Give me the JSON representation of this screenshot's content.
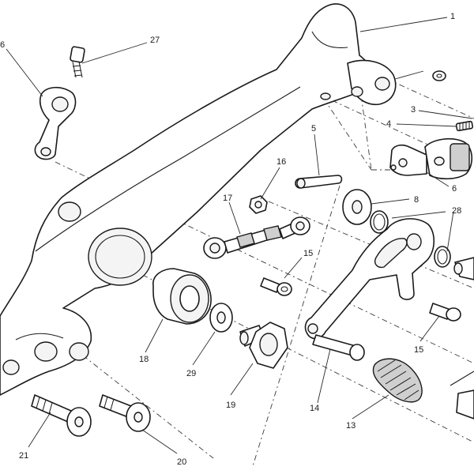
{
  "callouts": {
    "c1": "1",
    "c3": "3",
    "c4": "4",
    "c5": "5",
    "c6_left": "6",
    "c6_right": "6",
    "c8": "8",
    "c13": "13",
    "c14": "14",
    "c15_a": "15",
    "c15_b": "15",
    "c16": "16",
    "c17": "17",
    "c18": "18",
    "c19": "19",
    "c20": "20",
    "c21": "21",
    "c27": "27",
    "c28": "28",
    "c29": "29"
  }
}
